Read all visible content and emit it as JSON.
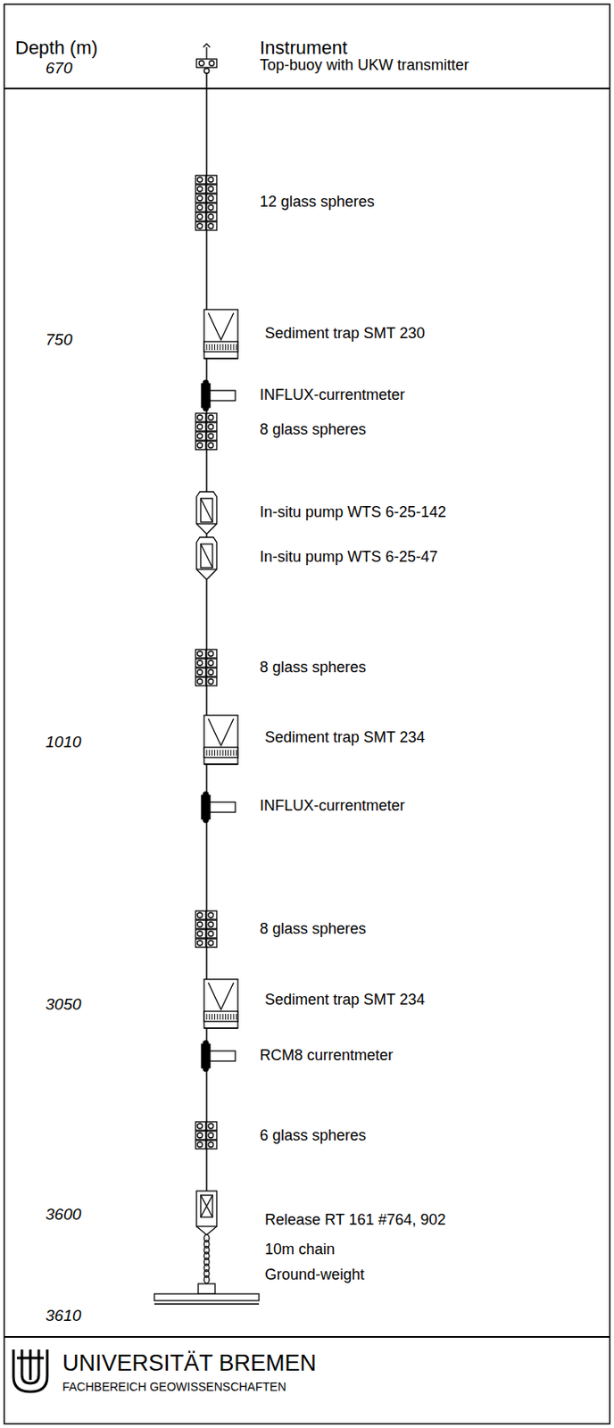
{
  "diagram": {
    "labels": [
      "Depth (m)",
      "Instrument",
      "670",
      "Top-buoy with UKW transmitter",
      "12 glass spheres",
      "750",
      "Sediment trap SMT 230",
      "INFLUX-currentmeter",
      "8 glass spheres",
      "In-situ pump WTS 6-25-142",
      "In-situ pump WTS 6-25-47",
      "8 glass spheres",
      "1010",
      "Sediment trap SMT 234",
      "INFLUX-currentmeter",
      "8 glass spheres",
      "3050",
      "Sediment trap SMT 234",
      "RCM8 currentmeter",
      "6 glass spheres",
      "3600",
      "Release RT 161 #764, 902",
      "10m chain",
      "Ground-weight",
      "3610",
      "UNIVERSITÄT BREMEN",
      "FACHBEREICH GEOWISSENSCHAFTEN"
    ]
  }
}
